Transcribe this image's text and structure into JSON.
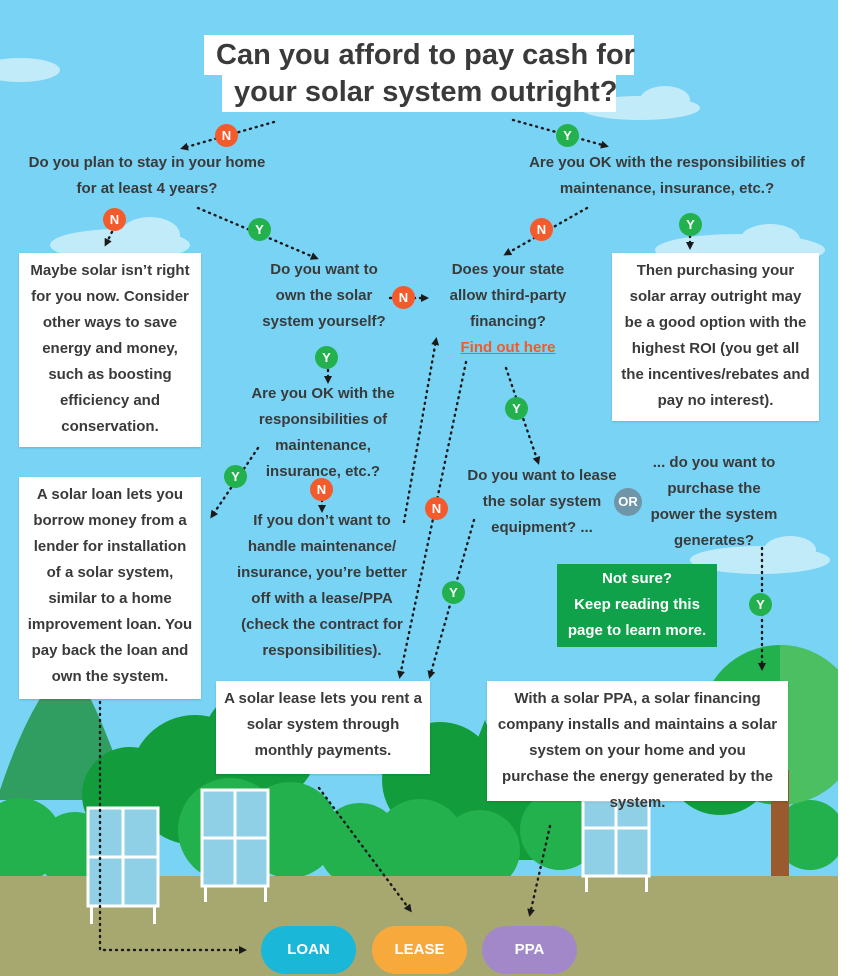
{
  "title": {
    "line1": "Can you afford to pay cash for",
    "line2": "your solar system outright?"
  },
  "questions": {
    "stay_home": "Do you plan to stay in your home for at least 4 years?",
    "ok_responsibilities_top": "Are you OK with the responsibilities of maintenance, insurance, etc.?",
    "own_system": "Do you want to own the solar system yourself?",
    "third_party": "Does your state allow third-party financing?",
    "find_out": "Find out here",
    "ok_responsibilities_mid": "Are you OK with the responsibilities of maintenance, insurance, etc.?",
    "lease_equipment": "Do you want to lease the solar system equipment? ...",
    "purchase_power": "... do you want to purchase the power the system generates?"
  },
  "boxes": {
    "maybe_not": "Maybe solar isn’t right for you now. Consider other ways to save energy and money, such as boosting efficiency and conservation.",
    "purchase_outright": "Then purchasing your solar array outright may be a good option with the highest ROI (you get all the incentives/rebates and pay no interest).",
    "solar_loan": "A solar loan lets you borrow money from a lender for installation of a solar system, similar to a home improvement loan. You pay back the loan and own the system.",
    "lease_ppa_note": "If you don’t want to handle maintenance/ insurance, you’re better off with a lease/PPA (check the contract for responsibilities).",
    "not_sure_1": "Not sure?",
    "not_sure_2": "Keep reading this page to learn more.",
    "solar_lease": "A solar lease lets you rent a solar system through monthly payments.",
    "solar_ppa": "With a solar PPA, a solar financing company installs and maintains a solar system on your home and you purchase the energy generated by the system."
  },
  "badges": {
    "no": "N",
    "yes": "Y",
    "or": "OR"
  },
  "outcomes": {
    "loan": "LOAN",
    "lease": "LEASE",
    "ppa": "PPA"
  },
  "colors": {
    "sky": "#79d3f4",
    "no_badge": "#f35a2c",
    "yes_badge": "#23b14d",
    "or_badge": "#6e96a8",
    "loan": "#1bb7d8",
    "lease": "#f7a93c",
    "ppa": "#a288c9",
    "highlight_box": "#10a24a",
    "link": "#f25a2a"
  }
}
